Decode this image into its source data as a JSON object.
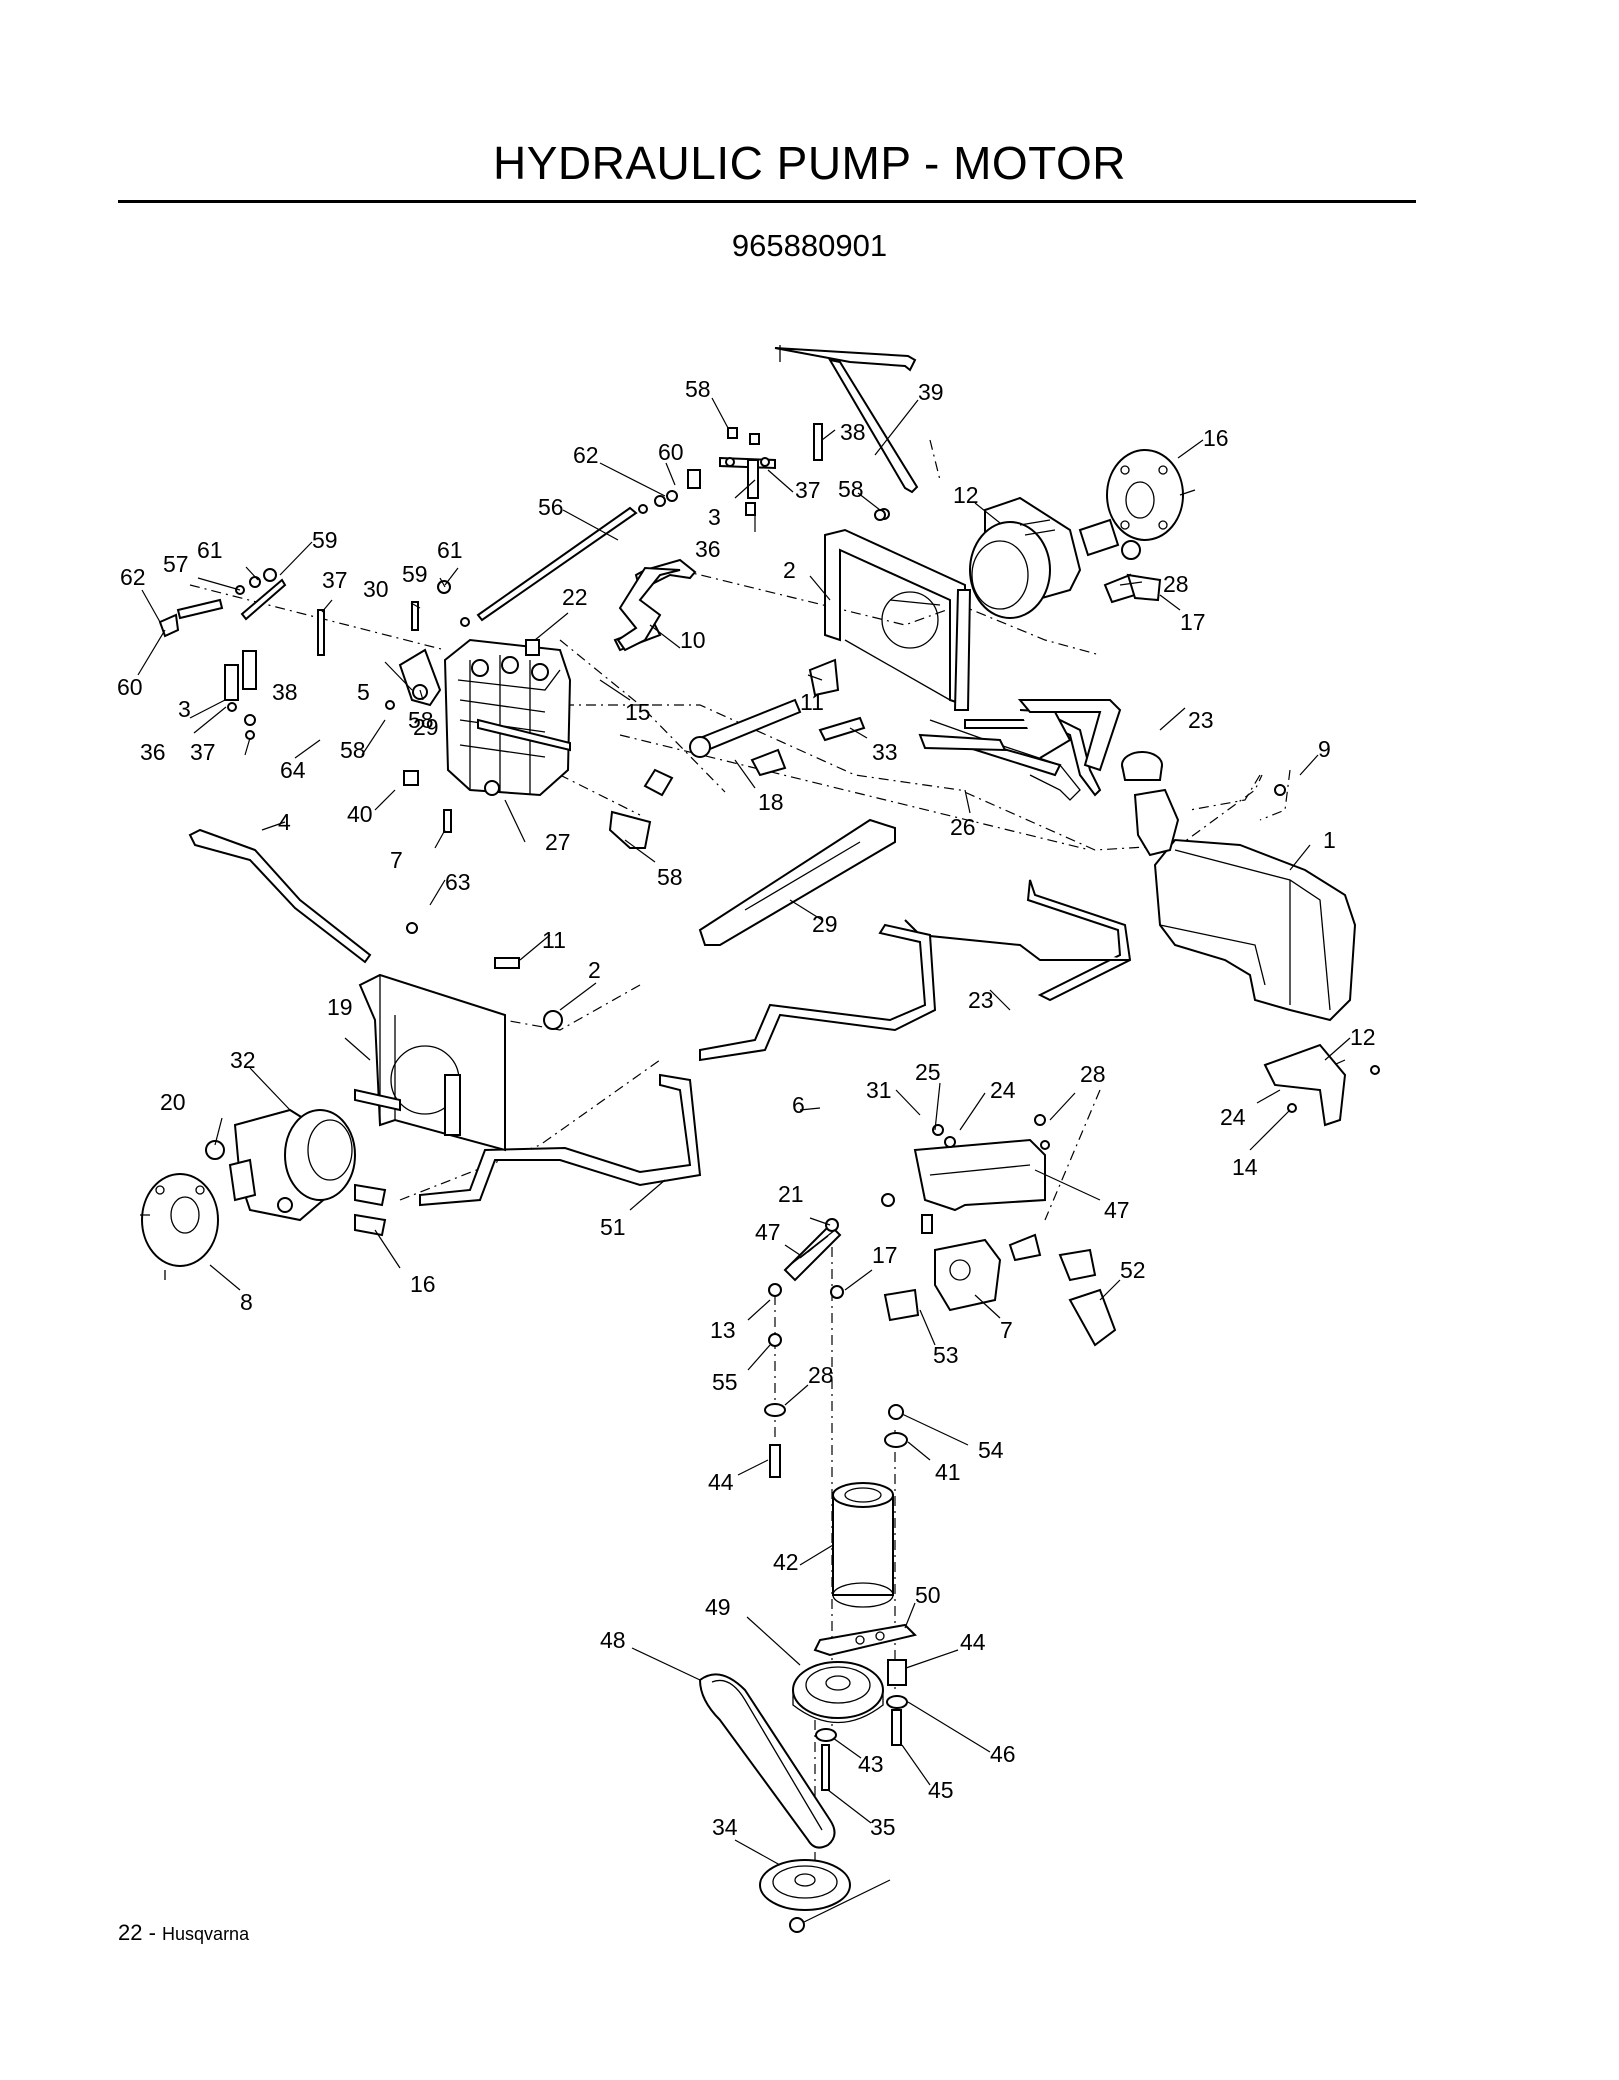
{
  "page": {
    "title": "HYDRAULIC PUMP - MOTOR",
    "part_number": "965880901",
    "footer_page": "22 - ",
    "footer_brand": "Husqvarna"
  },
  "diagram": {
    "callouts": [
      {
        "id": "c01",
        "label": "58"
      },
      {
        "id": "c02",
        "label": "39"
      },
      {
        "id": "c03",
        "label": "38"
      },
      {
        "id": "c04",
        "label": "16"
      },
      {
        "id": "c05",
        "label": "62"
      },
      {
        "id": "c06",
        "label": "60"
      },
      {
        "id": "c07",
        "label": "37"
      },
      {
        "id": "c08",
        "label": "58"
      },
      {
        "id": "c09",
        "label": "12"
      },
      {
        "id": "c10",
        "label": "56"
      },
      {
        "id": "c11",
        "label": "3"
      },
      {
        "id": "c12",
        "label": "36"
      },
      {
        "id": "c13",
        "label": "59"
      },
      {
        "id": "c14",
        "label": "61"
      },
      {
        "id": "c15",
        "label": "57"
      },
      {
        "id": "c16",
        "label": "62"
      },
      {
        "id": "c17",
        "label": "61"
      },
      {
        "id": "c18",
        "label": "37"
      },
      {
        "id": "c19",
        "label": "30"
      },
      {
        "id": "c20",
        "label": "59"
      },
      {
        "id": "c21",
        "label": "22"
      },
      {
        "id": "c22",
        "label": "2"
      },
      {
        "id": "c23",
        "label": "28"
      },
      {
        "id": "c24",
        "label": "17"
      },
      {
        "id": "c25",
        "label": "10"
      },
      {
        "id": "c26",
        "label": "60"
      },
      {
        "id": "c27",
        "label": "3"
      },
      {
        "id": "c28",
        "label": "38"
      },
      {
        "id": "c29",
        "label": "5"
      },
      {
        "id": "c30",
        "label": "15"
      },
      {
        "id": "c31",
        "label": "11"
      },
      {
        "id": "c32",
        "label": "58"
      },
      {
        "id": "c33",
        "label": "36"
      },
      {
        "id": "c34",
        "label": "37"
      },
      {
        "id": "c35",
        "label": "64"
      },
      {
        "id": "c36",
        "label": "58"
      },
      {
        "id": "c37",
        "label": "29"
      },
      {
        "id": "c38",
        "label": "33"
      },
      {
        "id": "c39",
        "label": "23"
      },
      {
        "id": "c40",
        "label": "9"
      },
      {
        "id": "c41",
        "label": "18"
      },
      {
        "id": "c42",
        "label": "26"
      },
      {
        "id": "c43",
        "label": "40"
      },
      {
        "id": "c44",
        "label": "4"
      },
      {
        "id": "c45",
        "label": "1"
      },
      {
        "id": "c46",
        "label": "27"
      },
      {
        "id": "c47",
        "label": "7"
      },
      {
        "id": "c48",
        "label": "58"
      },
      {
        "id": "c49",
        "label": "63"
      },
      {
        "id": "c50",
        "label": "29"
      },
      {
        "id": "c51",
        "label": "11"
      },
      {
        "id": "c52",
        "label": "2"
      },
      {
        "id": "c53",
        "label": "19"
      },
      {
        "id": "c54",
        "label": "23"
      },
      {
        "id": "c55",
        "label": "12"
      },
      {
        "id": "c56",
        "label": "32"
      },
      {
        "id": "c57",
        "label": "25"
      },
      {
        "id": "c58",
        "label": "31"
      },
      {
        "id": "c59",
        "label": "24"
      },
      {
        "id": "c60",
        "label": "28"
      },
      {
        "id": "c61",
        "label": "20"
      },
      {
        "id": "c62",
        "label": "6"
      },
      {
        "id": "c63",
        "label": "24"
      },
      {
        "id": "c64",
        "label": "14"
      },
      {
        "id": "c65",
        "label": "47"
      },
      {
        "id": "c66",
        "label": "21"
      },
      {
        "id": "c67",
        "label": "51"
      },
      {
        "id": "c68",
        "label": "47"
      },
      {
        "id": "c69",
        "label": "17"
      },
      {
        "id": "c70",
        "label": "16"
      },
      {
        "id": "c71",
        "label": "8"
      },
      {
        "id": "c72",
        "label": "52"
      },
      {
        "id": "c73",
        "label": "13"
      },
      {
        "id": "c74",
        "label": "7"
      },
      {
        "id": "c75",
        "label": "53"
      },
      {
        "id": "c76",
        "label": "55"
      },
      {
        "id": "c77",
        "label": "28"
      },
      {
        "id": "c78",
        "label": "54"
      },
      {
        "id": "c79",
        "label": "44"
      },
      {
        "id": "c80",
        "label": "41"
      },
      {
        "id": "c81",
        "label": "42"
      },
      {
        "id": "c82",
        "label": "50"
      },
      {
        "id": "c83",
        "label": "49"
      },
      {
        "id": "c84",
        "label": "48"
      },
      {
        "id": "c85",
        "label": "44"
      },
      {
        "id": "c86",
        "label": "46"
      },
      {
        "id": "c87",
        "label": "43"
      },
      {
        "id": "c88",
        "label": "45"
      },
      {
        "id": "c89",
        "label": "35"
      },
      {
        "id": "c90",
        "label": "34"
      }
    ]
  }
}
